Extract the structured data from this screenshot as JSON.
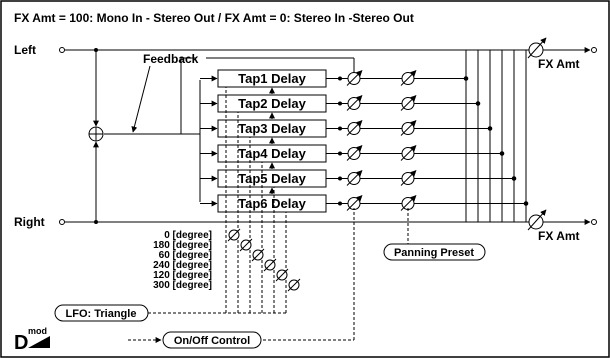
{
  "header": {
    "title": "FX Amt = 100: Mono In - Stereo Out  /  FX Amt = 0: Stereo In -Stereo Out"
  },
  "io": {
    "left": "Left",
    "right": "Right",
    "fx_amt_top": "FX Amt",
    "fx_amt_bottom": "FX Amt"
  },
  "labels": {
    "feedback": "Feedback",
    "panning_preset": "Panning Preset",
    "lfo": "LFO: Triangle",
    "onoff": "On/Off Control",
    "dmod_main": "D",
    "dmod_sup": "mod"
  },
  "taps": [
    {
      "label": "Tap1 Delay",
      "phase": "0 [degree]"
    },
    {
      "label": "Tap2 Delay",
      "phase": "180 [degree]"
    },
    {
      "label": "Tap3 Delay",
      "phase": "60 [degree]"
    },
    {
      "label": "Tap4 Delay",
      "phase": "240 [degree]"
    },
    {
      "label": "Tap5 Delay",
      "phase": "120 [degree]"
    },
    {
      "label": "Tap6 Delay",
      "phase": "300 [degree]"
    }
  ]
}
